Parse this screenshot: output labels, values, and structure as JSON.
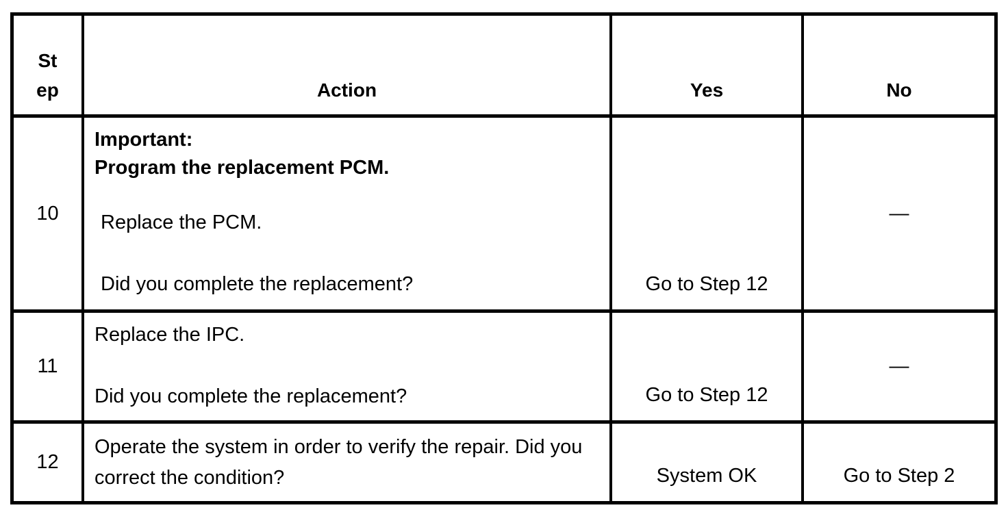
{
  "table": {
    "header": {
      "step_lines": [
        "St",
        "ep"
      ],
      "action": "Action",
      "yes": "Yes",
      "no": "No"
    },
    "rows": [
      {
        "step": "10",
        "action": {
          "important_heading": "Important:",
          "important_text": "Program the replacement PCM.",
          "instruction": "Replace the PCM.",
          "question": "Did you complete the replacement?"
        },
        "yes": "Go to Step 12",
        "no": "—"
      },
      {
        "step": "11",
        "action": {
          "instruction": "Replace the IPC.",
          "question": "Did you complete the replacement?"
        },
        "yes": "Go to Step 12",
        "no": "—"
      },
      {
        "step": "12",
        "action": {
          "lines": [
            "Operate the system in order to verify the repair. Did you",
            "correct the condition?"
          ]
        },
        "yes": "System OK",
        "no": "Go to Step 2"
      }
    ]
  }
}
